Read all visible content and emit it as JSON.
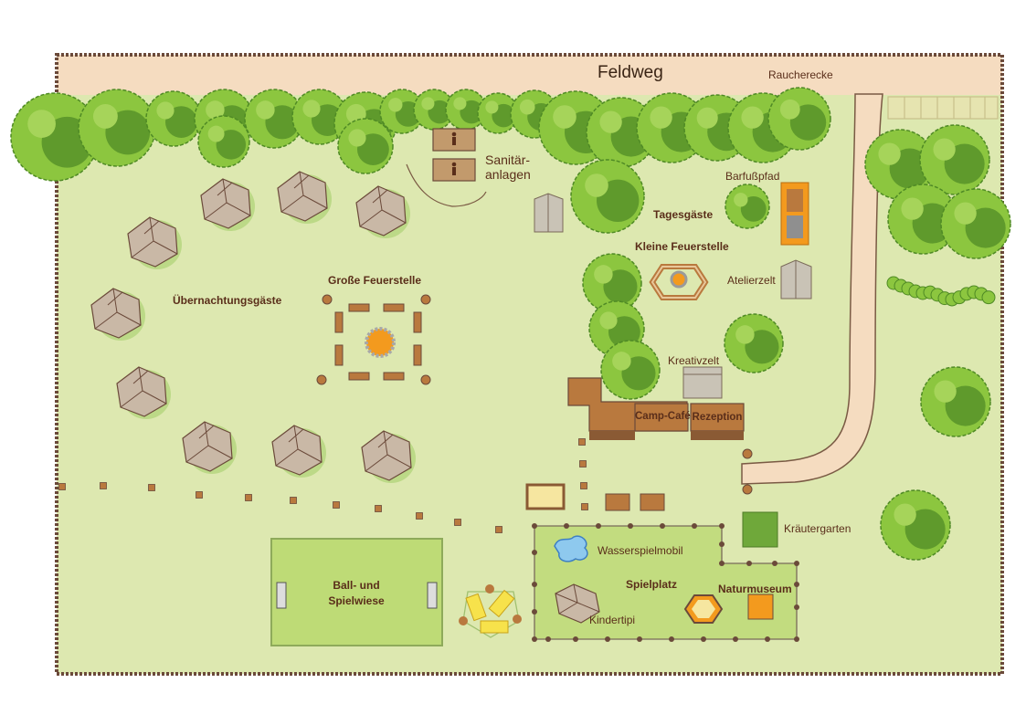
{
  "map": {
    "road_label": "Feldweg",
    "smoking_area": "Raucherecke",
    "sanitary": "Sanitär-\nanlagen",
    "barefoot_path": "Barfußpfad",
    "day_guests": "Tagesgäste",
    "small_fire": "Kleine Feuerstelle",
    "studio_tent": "Atelierzelt",
    "big_fire": "Große Feuerstelle",
    "overnight_guests": "Übernachtungsgäste",
    "creative_tent": "Kreativzelt",
    "cafe": "Camp-Café",
    "reception": "Rezeption",
    "herb_garden": "Kräutergarten",
    "water_play": "Wasserspielmobil",
    "playground": "Spielplatz",
    "nature_museum": "Naturmuseum",
    "kids_tipi": "Kindertipi",
    "ball_field": "Ball- und\nSpielwiese"
  },
  "colors": {
    "meadow": "#dde8b0",
    "border": "#6b4a3a",
    "path": "#f5dcc0",
    "tree_light": "#8cc63f",
    "tree_dark": "#5f9a2c",
    "tent": "#c9b8a6",
    "wood": "#b9793e",
    "field": "#bedb76",
    "orange": "#f39a1e",
    "herb": "#6fa83a"
  }
}
